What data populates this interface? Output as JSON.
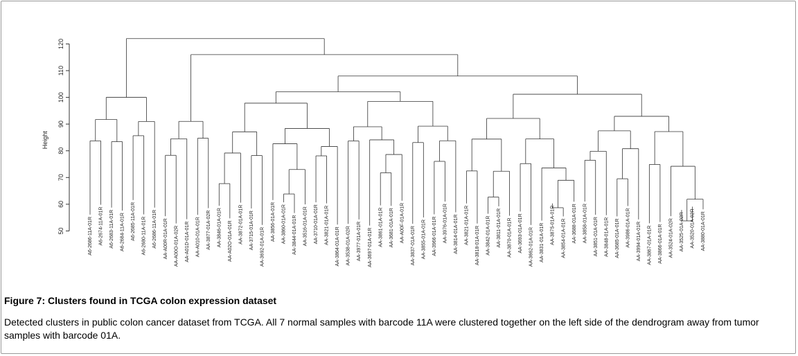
{
  "figure": {
    "title": "Figure 7: Clusters found in TCGA colon expression dataset",
    "caption": "Detected clusters in public colon cancer dataset from TCGA. All 7 normal samples with barcode 11A were clustered together on the left side of the dendrogram away from tumor samples with barcode 01A."
  },
  "chart_data": {
    "type": "dendrogram",
    "ylabel": "Height",
    "yticks": [
      50,
      60,
      70,
      80,
      90,
      100,
      110,
      120
    ],
    "ylim": [
      47,
      124
    ],
    "root_height": 122,
    "line_color": "#333333",
    "leaf_labels": [
      "A6-2686-11A-01R",
      "A6-2674-11A-01R",
      "A6-2683-11A-01R",
      "A6-2684-11A-01R",
      "A6-2685-11A-01R",
      "A6-2680-11A-01R",
      "A6-2686-11A-01R",
      "AA-A00R-01A-01R",
      "AA-A00O-01A-02R",
      "AA-A01D-01A-01R",
      "AA-A010-01A-01R",
      "AA-3877-01A-02R",
      "AA-3846-01A-01R",
      "AA-A02O-01A-01R",
      "AA-3872-01A-01R",
      "AA-3715-01A-01R",
      "AA-3692-01A-01R",
      "AA-3856-01A-01R",
      "AA-3860-01A-01R",
      "AA-3844-01A-01R",
      "AA-3516-01A-01R",
      "AA-3710-01A-01R",
      "AA-3821-01A-01R",
      "AA-3864-01A-01R",
      "AA-3538-01A-02R",
      "AA-3977-01A-01R",
      "AA-3697-01A-01R",
      "AA-3861-01A-01R",
      "AA-3681-01A-01R",
      "AA-A00F-01A-01R",
      "AA-3837-01A-01R",
      "AA-3855-01A-01R",
      "AA-3966-01A-01R",
      "AA-3976-01A-01R",
      "AA-3814-01A-01R",
      "AA-3821-01A-01R",
      "AA-3818-01A-01R",
      "AA-3842-01A-01R",
      "AA-3811-01A-01R",
      "AA-3870-01A-01R",
      "AA-3693-01A-01R",
      "AA-3662-01A-01R",
      "AA-3831-01A-01R",
      "AA-3875-01A-01R",
      "AA-3854-01A-01R",
      "AA-3688-01A-01R",
      "AA-3858-01A-01R",
      "AA-3851-01A-01R",
      "AA-3848-01A-01R",
      "AA-3685-01A-01R",
      "AA-3986-01A-01R",
      "AA-3994-01A-01R",
      "AA-3867-01A-01R",
      "AA-3866-01A-01R",
      "AA-3524-01A-02R",
      "AA-3525-01A-02R",
      "AA-3520-01A-02R",
      "AA-3880-01A-01R"
    ]
  }
}
